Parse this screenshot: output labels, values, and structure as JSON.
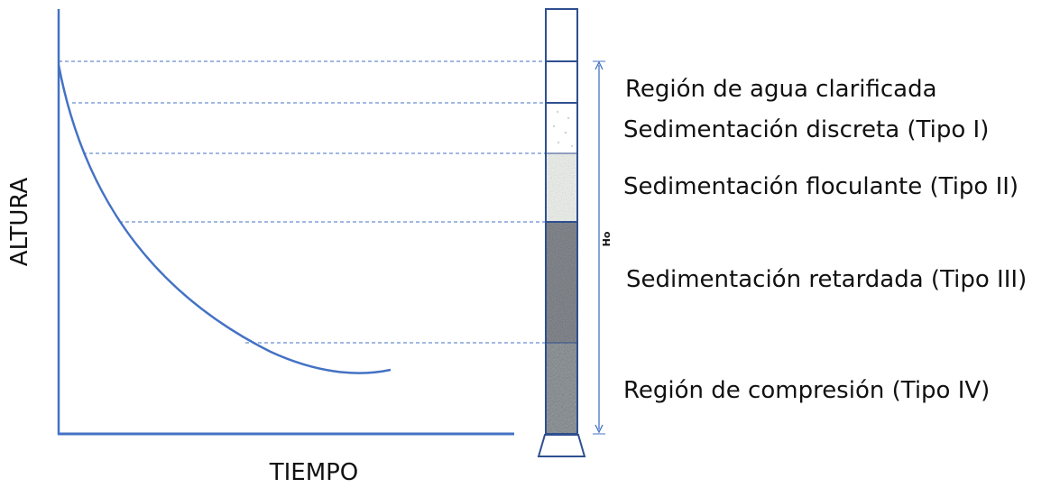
{
  "axes": {
    "y_label": "ALTURA",
    "x_label": "TIEMPO"
  },
  "column": {
    "height_label": "Ho"
  },
  "regions": [
    {
      "label": "Región de agua clarificada"
    },
    {
      "label": "Sedimentación discreta (Tipo I)"
    },
    {
      "label": "Sedimentación floculante (Tipo II)"
    },
    {
      "label": "Sedimentación retardada (Tipo III)"
    },
    {
      "label": "Región de compresión (Tipo IV)"
    }
  ],
  "colors": {
    "axis": "#4472c4",
    "curve": "#4472c4",
    "column_border": "#2f4f8f",
    "dashed": "#4472c4",
    "text": "#111111"
  }
}
